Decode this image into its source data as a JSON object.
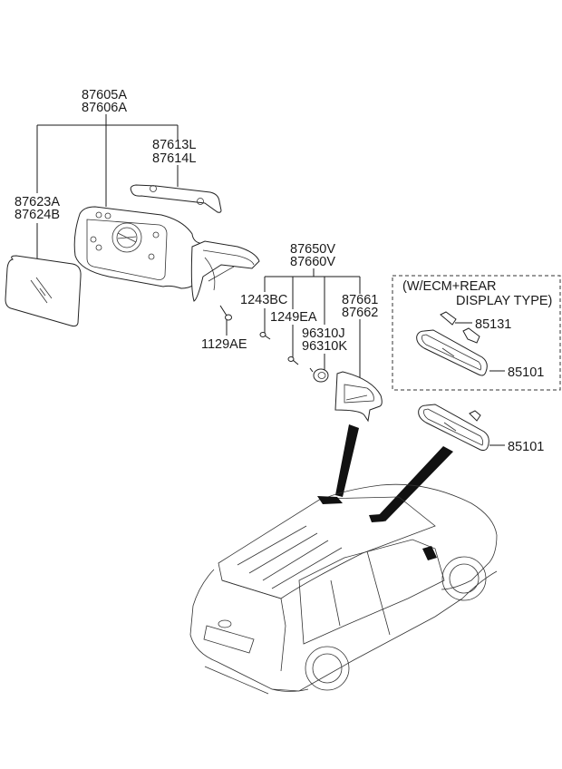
{
  "diagram": {
    "title": "Outside and Inside Rear View Mirror Parts Diagram",
    "labels": {
      "mirror_assy": [
        "87605A",
        "87606A"
      ],
      "scalp": [
        "87613L",
        "87614L"
      ],
      "mirror_glass": [
        "87623A",
        "87624B"
      ],
      "screw_1129": "1129AE",
      "inside_mirror_set": [
        "87650V",
        "87660V"
      ],
      "bolt_1243": "1243BC",
      "screw_1249": "1249EA",
      "sensor": [
        "96310J",
        "96310K"
      ],
      "cover": [
        "87661",
        "87662"
      ],
      "option_box_title": [
        "(W/ECM+REAR",
        "DISPLAY TYPE)"
      ],
      "cover_85131": "85131",
      "inside_mirror_ecm": "85101",
      "inside_mirror": "85101"
    }
  }
}
